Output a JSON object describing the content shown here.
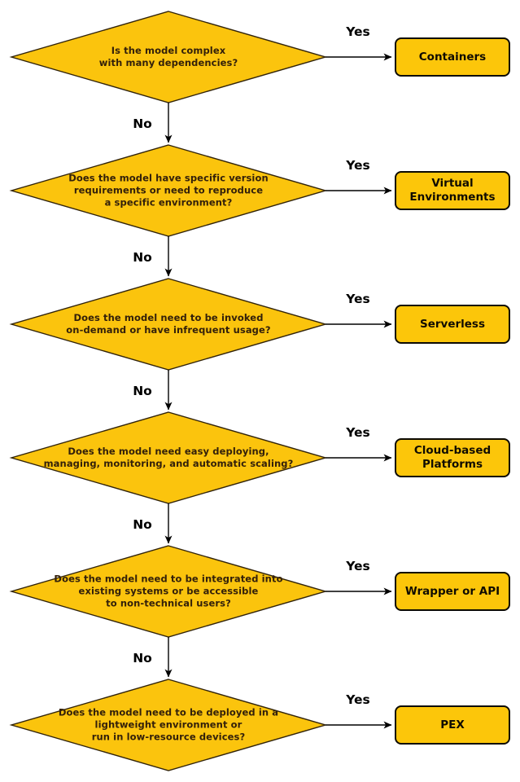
{
  "diagram": {
    "description": "Model deployment decision flowchart",
    "labels": {
      "yes": "Yes",
      "no": "No"
    },
    "colors": {
      "node_fill": "#fbc40d",
      "node_border": "#31230a",
      "box_fill": "#fcc60a",
      "box_border": "#0c0a02",
      "question_text": "#33200a",
      "arrow": "#000000",
      "background": "#ffffff"
    },
    "rows": [
      {
        "question": "Is the model complex\nwith many dependencies?",
        "result": "Containers"
      },
      {
        "question": "Does the model have specific version\nrequirements or need to reproduce\na specific environment?",
        "result": "Virtual\nEnvironments"
      },
      {
        "question": "Does the model need to be invoked\non-demand or have infrequent usage?",
        "result": "Serverless"
      },
      {
        "question": "Does the model need easy deploying,\nmanaging, monitoring, and automatic scaling?",
        "result": "Cloud-based\nPlatforms"
      },
      {
        "question": "Does the model need to be integrated into\nexisting systems or be accessible\nto non-technical users?",
        "result": "Wrapper or API"
      },
      {
        "question": "Does the model need to be deployed in a\nlightweight environment or\nrun in low-resource devices?",
        "result": "PEX"
      }
    ]
  }
}
